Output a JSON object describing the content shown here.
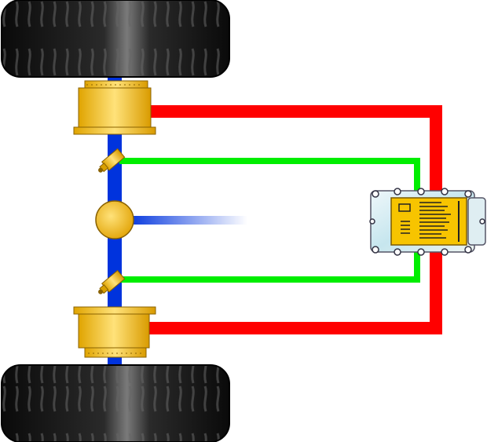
{
  "diagram": {
    "components": [
      "front-tire",
      "rear-tire",
      "brake-caliper-top",
      "brake-caliper-bottom",
      "wheel-speed-sensor-top",
      "wheel-speed-sensor-bottom",
      "differential",
      "abs-control-unit"
    ],
    "colors": {
      "background": "#ffffff",
      "axle": "#0033dd",
      "brake_line": "#ff0000",
      "sensor_line": "#00ee00",
      "gold": "#f2c200",
      "gold_dark": "#c89000",
      "tire": "#111111",
      "module_body": "#d9eef2"
    }
  }
}
